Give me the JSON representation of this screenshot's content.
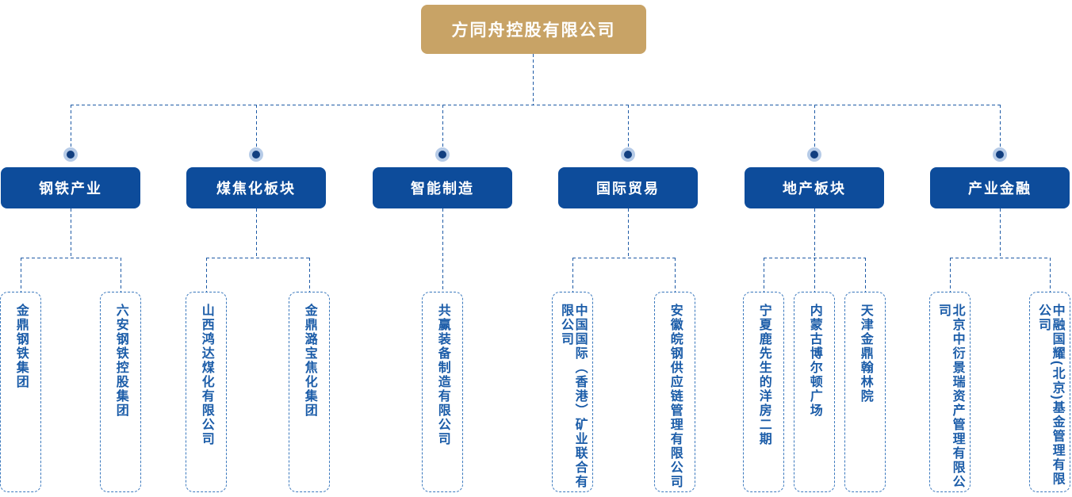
{
  "org_chart": {
    "root": {
      "label": "方同舟控股有限公司"
    },
    "branches": [
      {
        "label": "钢铁产业",
        "children": [
          "金鼎钢铁集团",
          "六安钢铁控股集团"
        ]
      },
      {
        "label": "煤焦化板块",
        "children": [
          "山西鸿达煤化有限公司",
          "金鼎潞宝焦化集团"
        ]
      },
      {
        "label": "智能制造",
        "children": [
          "共赢装备制造有限公司"
        ]
      },
      {
        "label": "国际贸易",
        "children": [
          "中国国际（香港）矿业联合有限公司",
          "安徽皖钢供应链管理有限公司"
        ]
      },
      {
        "label": "地产板块",
        "children": [
          "宁夏鹿先生的洋房二期",
          "内蒙古博尔顿广场",
          "天津金鼎翰林院"
        ]
      },
      {
        "label": "产业金融",
        "children": [
          "北京中衍景瑞资产管理有限公司",
          "中融国耀(北京)基金管理有限公司"
        ]
      }
    ],
    "colors": {
      "root_bg": "#c8a366",
      "branch_bg": "#0d4c9b",
      "line": "#1f5ba6",
      "leaf_border": "#3a78bd",
      "leaf_text": "#1b5ca8",
      "dot_core": "#123f80",
      "dot_halo": "#b6cbe7"
    }
  }
}
